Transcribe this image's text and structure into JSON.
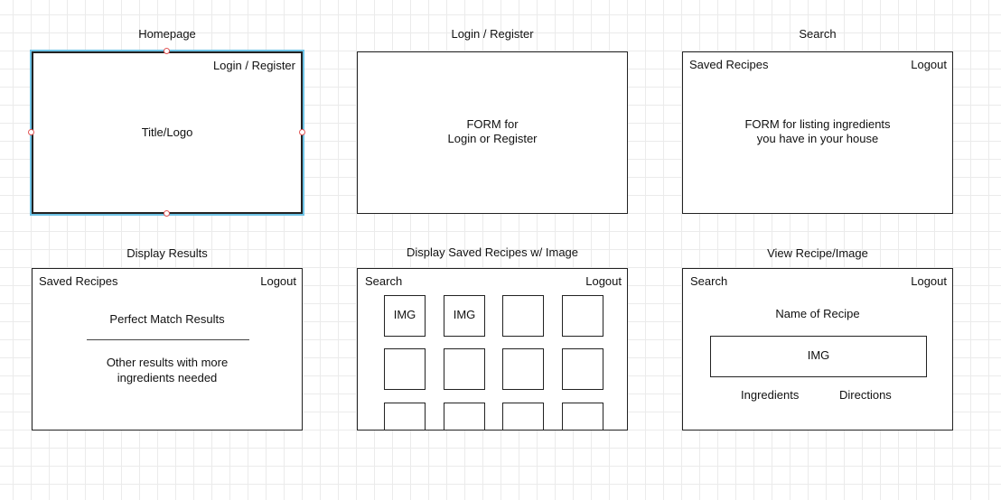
{
  "homepage": {
    "title": "Homepage",
    "login_register": "Login / Register",
    "logo": "Title/Logo"
  },
  "login": {
    "title": "Login / Register",
    "line1": "FORM for",
    "line2": "Login or Register"
  },
  "search": {
    "title": "Search",
    "saved": "Saved Recipes",
    "logout": "Logout",
    "line1": "FORM for listing ingredients",
    "line2": "you have in your house"
  },
  "results": {
    "title": "Display Results",
    "saved": "Saved Recipes",
    "logout": "Logout",
    "perfect": "Perfect Match Results",
    "line1": "Other results with more",
    "line2": "ingredients needed"
  },
  "saved": {
    "title": "Display Saved Recipes w/ Image",
    "search": "Search",
    "logout": "Logout",
    "img1": "IMG",
    "img2": "IMG"
  },
  "view": {
    "title": "View Recipe/Image",
    "search": "Search",
    "logout": "Logout",
    "name": "Name of Recipe",
    "img": "IMG",
    "ingredients": "Ingredients",
    "directions": "Directions"
  }
}
